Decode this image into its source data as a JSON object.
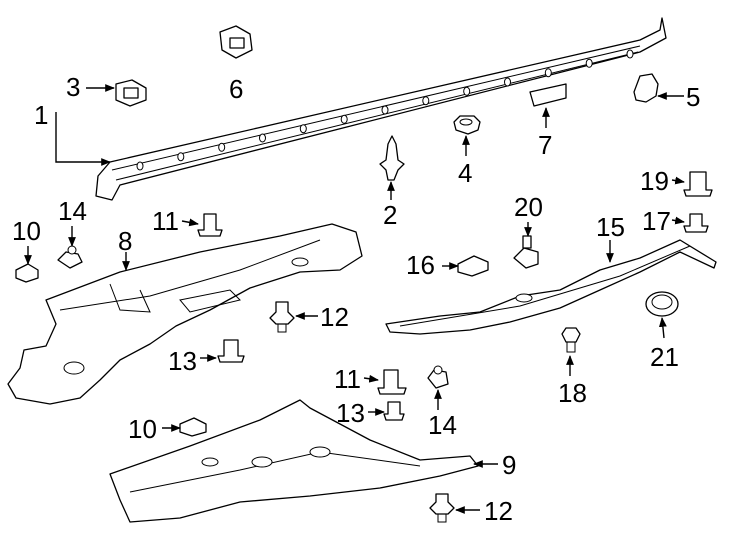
{
  "diagram": {
    "callouts": [
      {
        "id": "c1",
        "label": "1"
      },
      {
        "id": "c2",
        "label": "2"
      },
      {
        "id": "c3",
        "label": "3"
      },
      {
        "id": "c4",
        "label": "4"
      },
      {
        "id": "c5",
        "label": "5"
      },
      {
        "id": "c6",
        "label": "6"
      },
      {
        "id": "c7",
        "label": "7"
      },
      {
        "id": "c8",
        "label": "8"
      },
      {
        "id": "c9",
        "label": "9"
      },
      {
        "id": "c10a",
        "label": "10"
      },
      {
        "id": "c10b",
        "label": "10"
      },
      {
        "id": "c11a",
        "label": "11"
      },
      {
        "id": "c11b",
        "label": "11"
      },
      {
        "id": "c12a",
        "label": "12"
      },
      {
        "id": "c12b",
        "label": "12"
      },
      {
        "id": "c13a",
        "label": "13"
      },
      {
        "id": "c13b",
        "label": "13"
      },
      {
        "id": "c14a",
        "label": "14"
      },
      {
        "id": "c14b",
        "label": "14"
      },
      {
        "id": "c15",
        "label": "15"
      },
      {
        "id": "c16",
        "label": "16"
      },
      {
        "id": "c17",
        "label": "17"
      },
      {
        "id": "c18",
        "label": "18"
      },
      {
        "id": "c19",
        "label": "19"
      },
      {
        "id": "c20",
        "label": "20"
      },
      {
        "id": "c21",
        "label": "21"
      }
    ]
  }
}
